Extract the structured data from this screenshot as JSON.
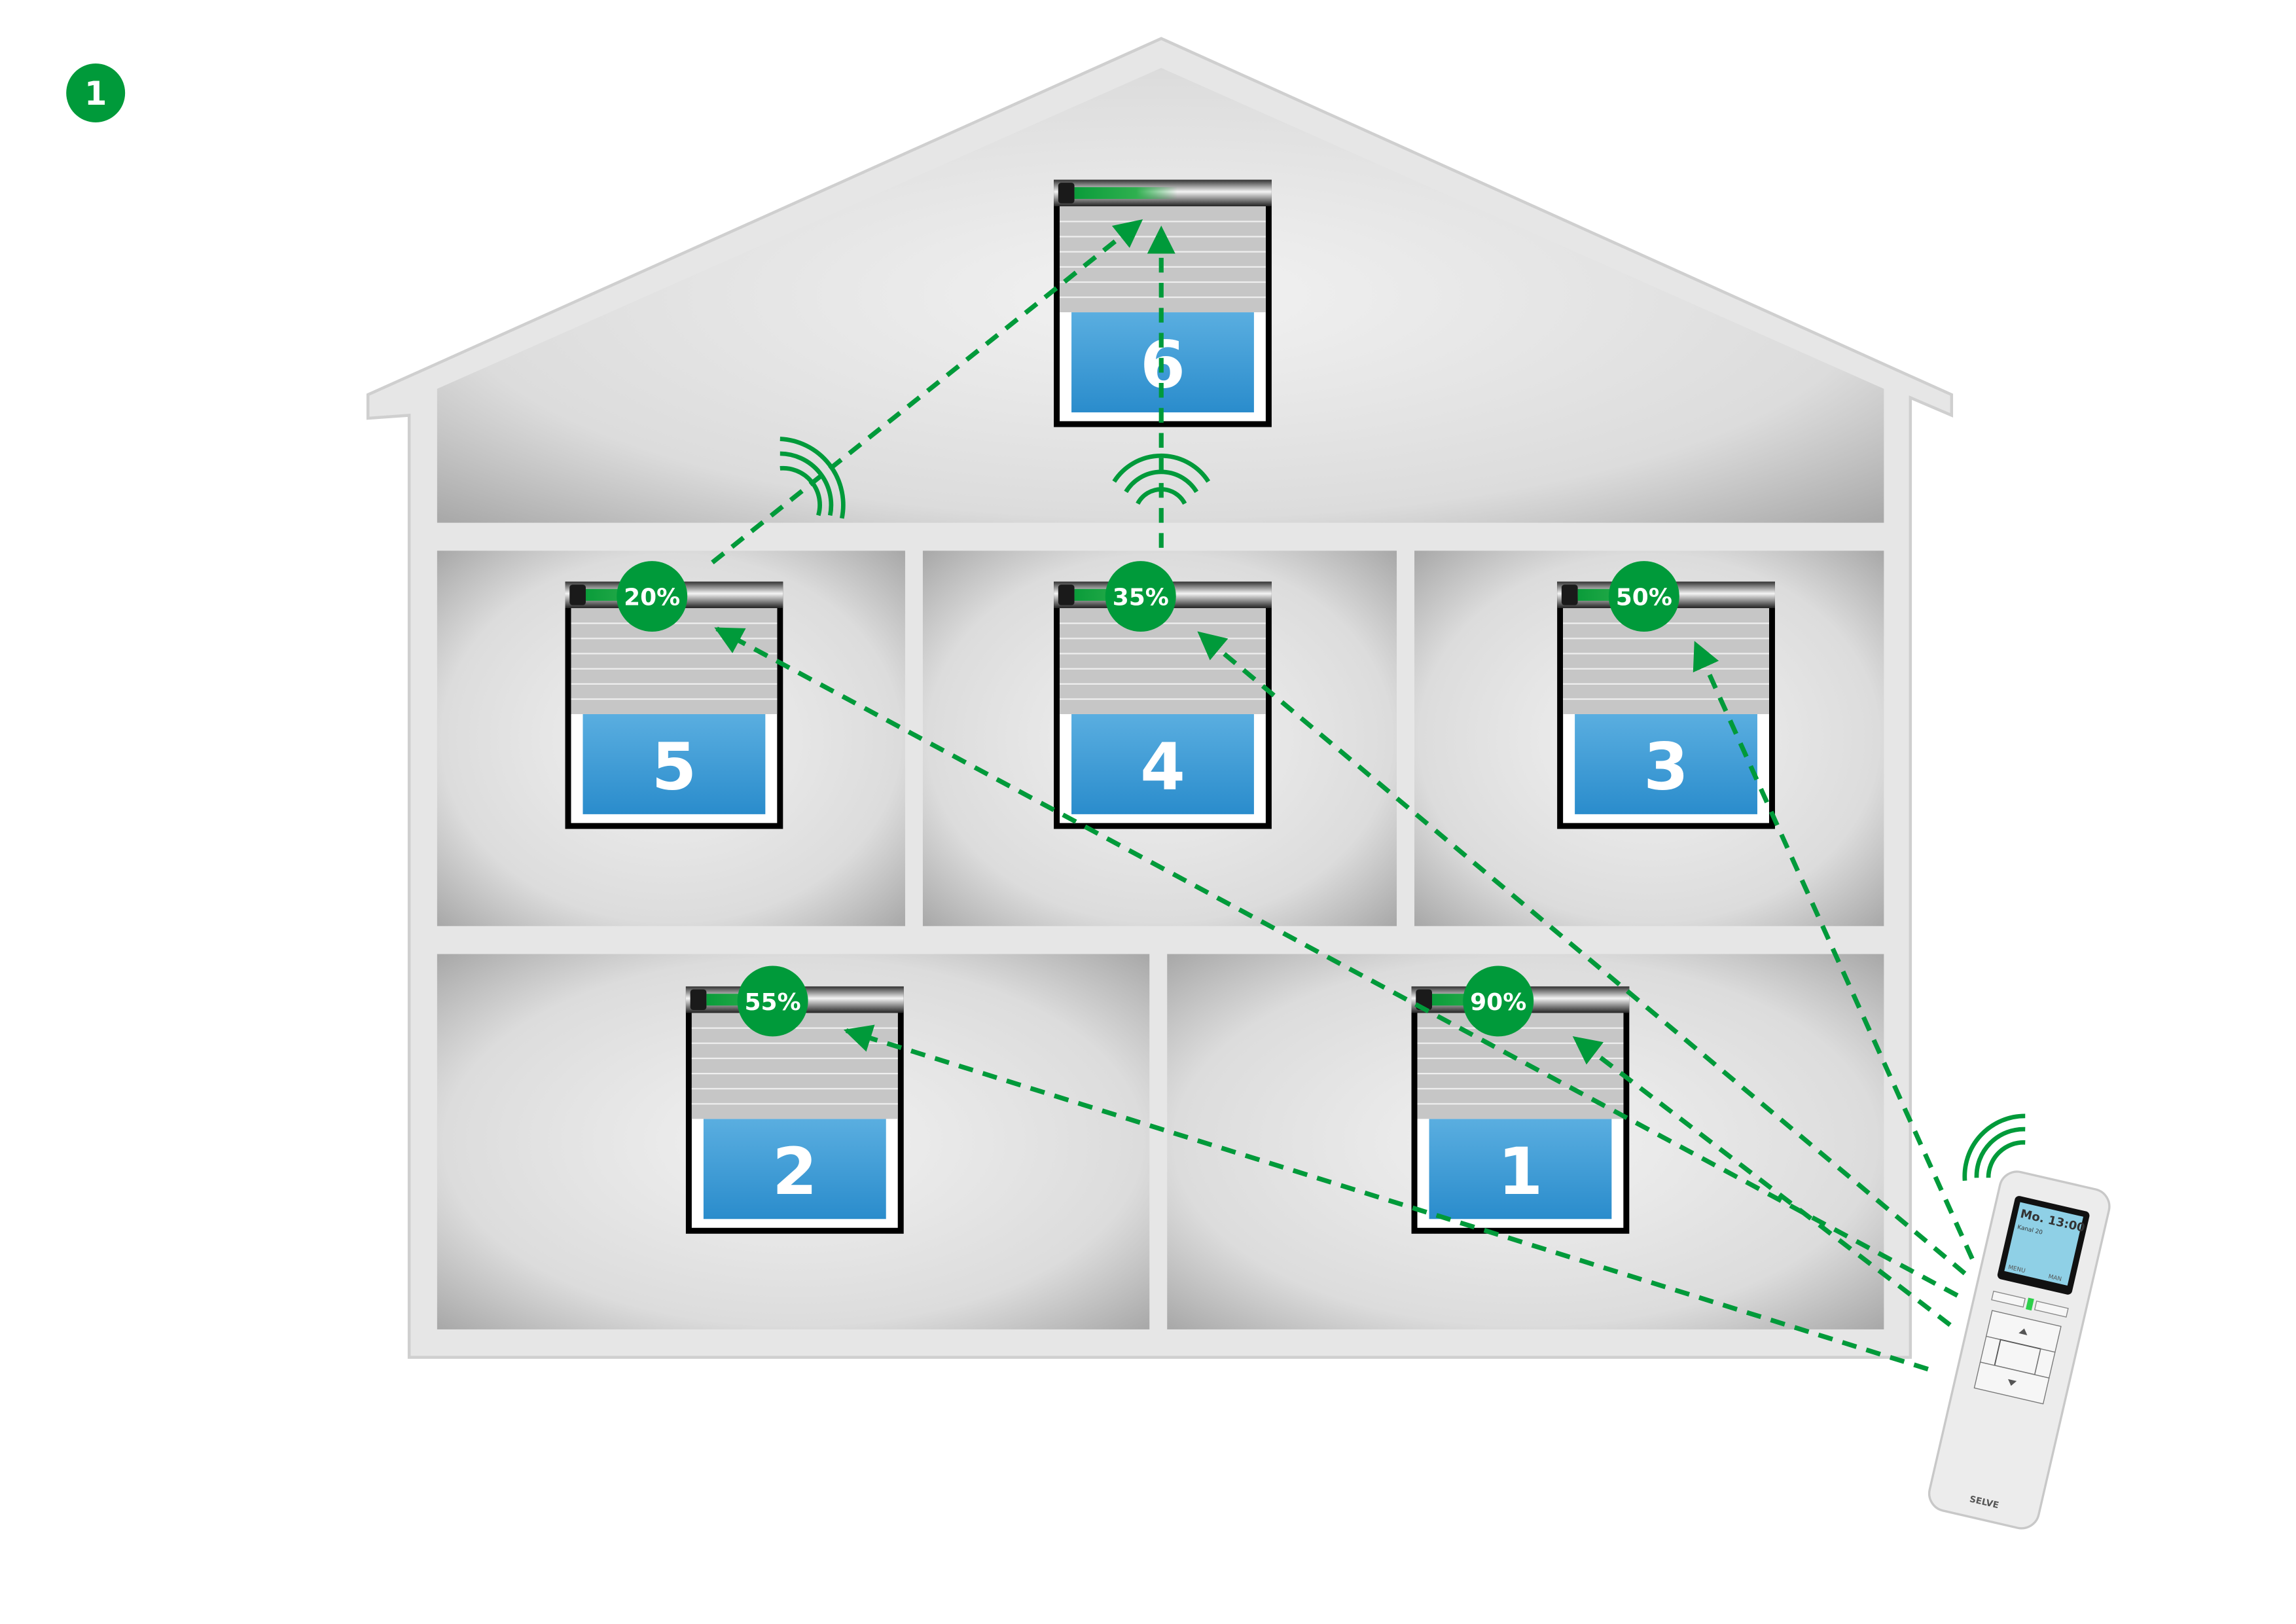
{
  "step_badge": "1",
  "colors": {
    "green": "#009a3a",
    "sky": "#3f9fd8",
    "wall": "#d4d4d4"
  },
  "windows": [
    {
      "id": "6",
      "label": "6",
      "percent": null
    },
    {
      "id": "5",
      "label": "5",
      "percent": "20%"
    },
    {
      "id": "4",
      "label": "4",
      "percent": "35%"
    },
    {
      "id": "3",
      "label": "3",
      "percent": "50%"
    },
    {
      "id": "2",
      "label": "2",
      "percent": "55%"
    },
    {
      "id": "1",
      "label": "1",
      "percent": "90%"
    }
  ],
  "remote": {
    "display_time": "Mo. 13:00",
    "display_channel": "Kanal 20",
    "softkey_left": "MENU",
    "softkey_right": "MAN",
    "brand": "SELVE"
  }
}
